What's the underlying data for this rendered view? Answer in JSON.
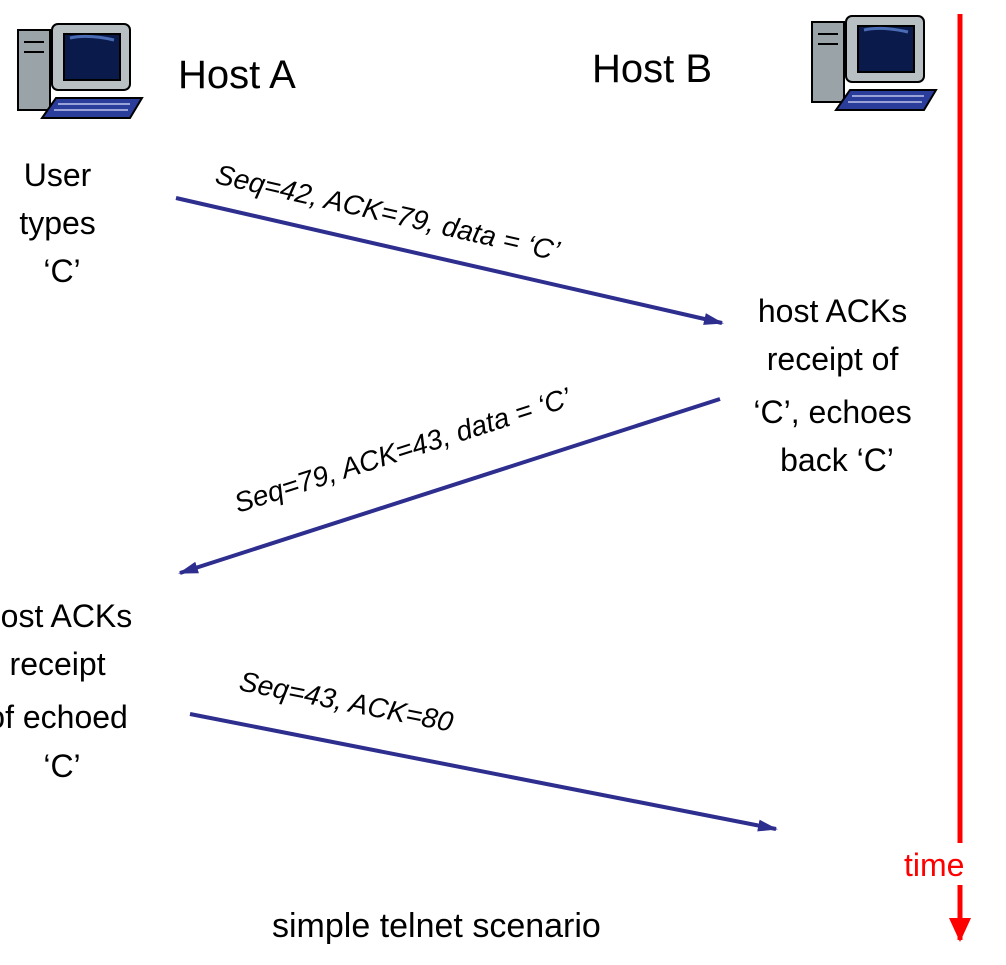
{
  "host_a": {
    "label": "Host A"
  },
  "host_b": {
    "label": "Host B"
  },
  "timeline": {
    "label": "time",
    "color": "#ff0000"
  },
  "arrow_color": "#2e2e8f",
  "notes": {
    "user_types": [
      "User",
      "types",
      "‘C’"
    ],
    "host_b_acks": [
      "host ACKs",
      "receipt of",
      "‘C’, echoes",
      "back ‘C’"
    ],
    "host_a_acks": [
      "host ACKs",
      "receipt",
      "of echoed",
      "‘C’"
    ]
  },
  "messages": [
    {
      "label": "Seq=42, ACK=79, data = ‘C’"
    },
    {
      "label": "Seq=79, ACK=43, data = ‘C’"
    },
    {
      "label": "Seq=43, ACK=80"
    }
  ],
  "caption": "simple telnet scenario"
}
